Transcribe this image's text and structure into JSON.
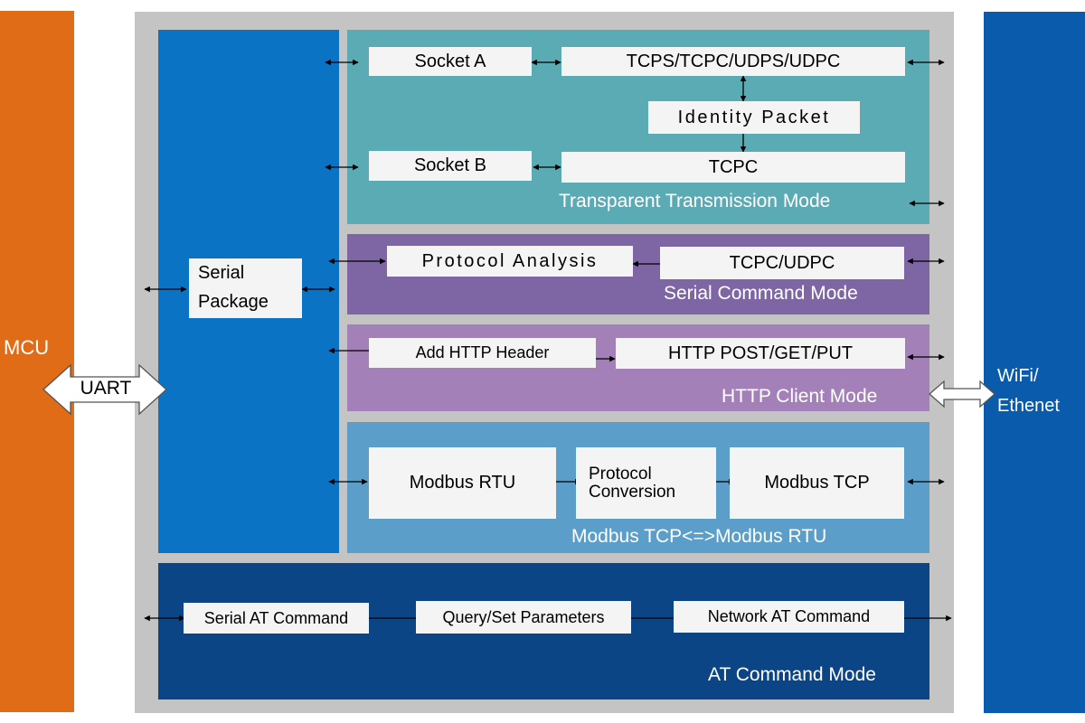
{
  "mcu": {
    "label": "MCU"
  },
  "uart": {
    "label": "UART"
  },
  "wifi": {
    "line1": "WiFi/",
    "line2": "Ethenet"
  },
  "serial_package": {
    "line1": "Serial",
    "line2": "Package"
  },
  "transparent": {
    "socket_a": "Socket A",
    "socket_b": "Socket B",
    "protocols": "TCPS/TCPC/UDPS/UDPC",
    "identity_packet": "Identity Packet",
    "tcpc": "TCPC",
    "mode_label": "Transparent Transmission Mode"
  },
  "serial_command": {
    "protocol_analysis": "Protocol Analysis",
    "tcpc_udpc": "TCPC/UDPC",
    "mode_label": "Serial Command Mode"
  },
  "http_client": {
    "add_header": "Add HTTP Header",
    "methods": "HTTP POST/GET/PUT",
    "mode_label": "HTTP Client Mode"
  },
  "modbus": {
    "rtu": "Modbus RTU",
    "conversion_line1": "Protocol",
    "conversion_line2": "Conversion",
    "tcp": "Modbus TCP",
    "mode_label": "Modbus TCP<=>Modbus RTU"
  },
  "at_command": {
    "serial_at": "Serial AT Command",
    "query_set": "Query/Set Parameters",
    "network_at": "Network AT Command",
    "mode_label": "AT Command Mode"
  },
  "colors": {
    "mcu": "#e06c17",
    "serial_column": "#0a73c4",
    "transparent_panel": "#5aabb4",
    "serial_command_panel": "#7e66a4",
    "http_panel": "#a381b8",
    "modbus_panel": "#5a9ec9",
    "at_panel": "#0c4585",
    "wifi_column": "#0a5bab",
    "frame": "#c4c4c4"
  }
}
